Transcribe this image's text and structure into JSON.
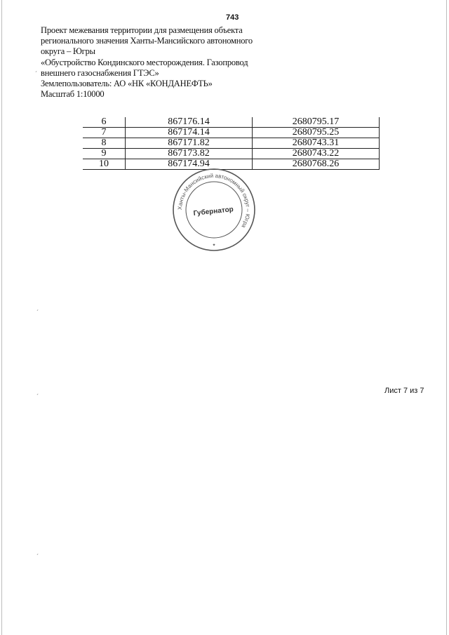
{
  "page": {
    "number": "743"
  },
  "header": {
    "lines": [
      "Проект межевания территории для размещения объекта",
      "регионального значения Ханты-Мансийского автономного",
      "округа – Югры",
      "«Обустройство Кондинского месторождения. Газопровод",
      "внешнего газоснабжения ГТЭС»",
      "Землепользователь: АО «НК «КОНДАНЕФТЬ»",
      "Масштаб 1:10000"
    ]
  },
  "table": {
    "rows": [
      {
        "num": "6",
        "x": "867176.14",
        "y": "2680795.17"
      },
      {
        "num": "7",
        "x": "867174.14",
        "y": "2680795.25"
      },
      {
        "num": "8",
        "x": "867171.82",
        "y": "2680743.31"
      },
      {
        "num": "9",
        "x": "867173.82",
        "y": "2680743.22"
      },
      {
        "num": "10",
        "x": "867174.94",
        "y": "2680768.26"
      }
    ]
  },
  "seal": {
    "center_text": "Губернатор",
    "ring_text": "Ханты-Мансийский автономный округ – Югра",
    "color": "#555555"
  },
  "footer": {
    "sheet": "Лист 7 из 7"
  }
}
